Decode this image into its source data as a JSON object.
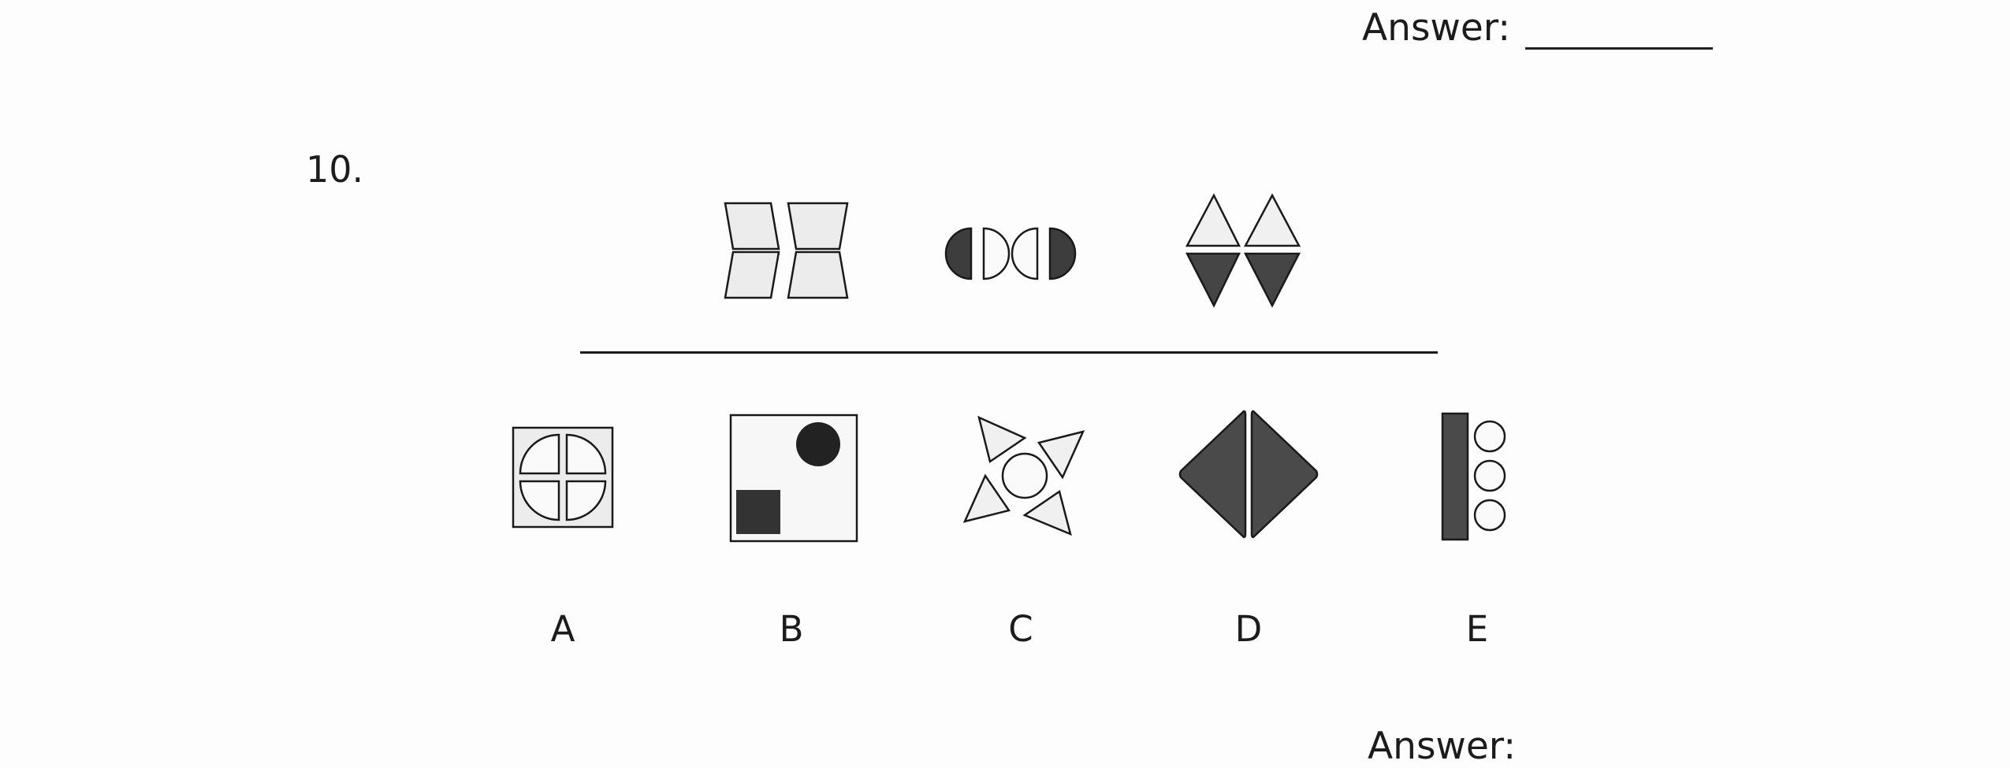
{
  "header": {
    "answer_label": "Answer:"
  },
  "question": {
    "number": "10."
  },
  "options": [
    {
      "label": "A",
      "icon": "quartered-circle-in-square-icon"
    },
    {
      "label": "B",
      "icon": "circle-and-square-in-frame-icon"
    },
    {
      "label": "C",
      "icon": "four-triangles-around-circle-icon"
    },
    {
      "label": "D",
      "icon": "split-diamond-icon"
    },
    {
      "label": "E",
      "icon": "bar-and-three-circles-icon"
    }
  ],
  "footer": {
    "answer_label_cut": "Answer:"
  },
  "colors": {
    "light_fill": "#ececec",
    "dark_fill": "#4a4a4a",
    "stroke": "#1a1a1a"
  }
}
